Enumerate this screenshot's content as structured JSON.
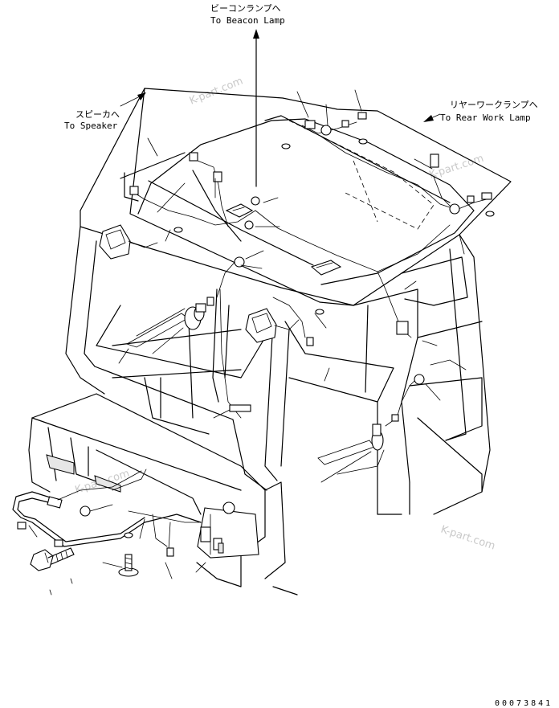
{
  "callouts": {
    "beacon": {
      "jp": "ビーコンランプへ",
      "en": "To Beacon Lamp"
    },
    "speaker": {
      "jp": "スピーカへ",
      "en": "To Speaker"
    },
    "rear_work": {
      "jp": "リヤーワークランプへ",
      "en": "To Rear Work Lamp"
    }
  },
  "watermarks": [
    "K-part.com",
    "K-part.com",
    "K-part.com",
    "K-part.com"
  ],
  "drawing_number": "00073841"
}
